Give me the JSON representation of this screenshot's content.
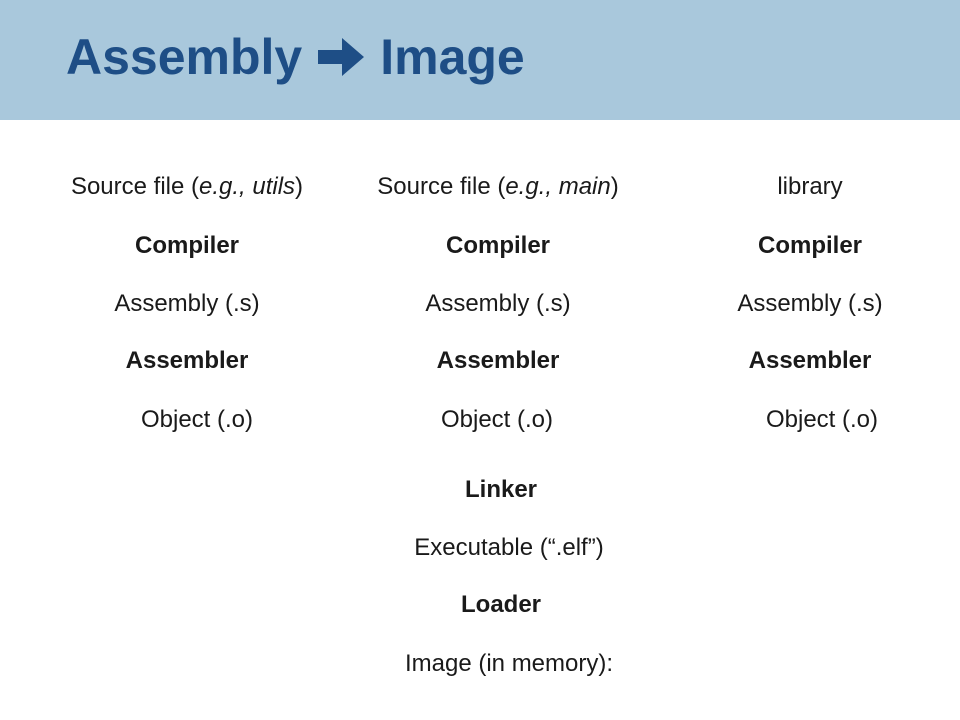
{
  "title": {
    "left": "Assembly",
    "arrow_icon": "right-arrow-icon",
    "right": "Image"
  },
  "columns": [
    {
      "source_prefix": "Source file (",
      "source_italic": "e.g., utils",
      "source_suffix": ")",
      "compiler": "Compiler",
      "assembly": "Assembly (.s)",
      "assembler": "Assembler",
      "object": "Object (.o)"
    },
    {
      "source_prefix": "Source file (",
      "source_italic": "e.g., main",
      "source_suffix": ")",
      "compiler": "Compiler",
      "assembly": "Assembly (.s)",
      "assembler": "Assembler",
      "object": "Object (.o)"
    },
    {
      "source_prefix": "library",
      "source_italic": "",
      "source_suffix": "",
      "compiler": "Compiler",
      "assembly": "Assembly (.s)",
      "assembler": "Assembler",
      "object": "Object (.o)"
    }
  ],
  "pipeline": {
    "linker": "Linker",
    "executable": "Executable (“.elf”)",
    "loader": "Loader",
    "image": "Image (in memory):"
  },
  "colors": {
    "title_band": "#a9c8dc",
    "title_text": "#1e4e86"
  }
}
